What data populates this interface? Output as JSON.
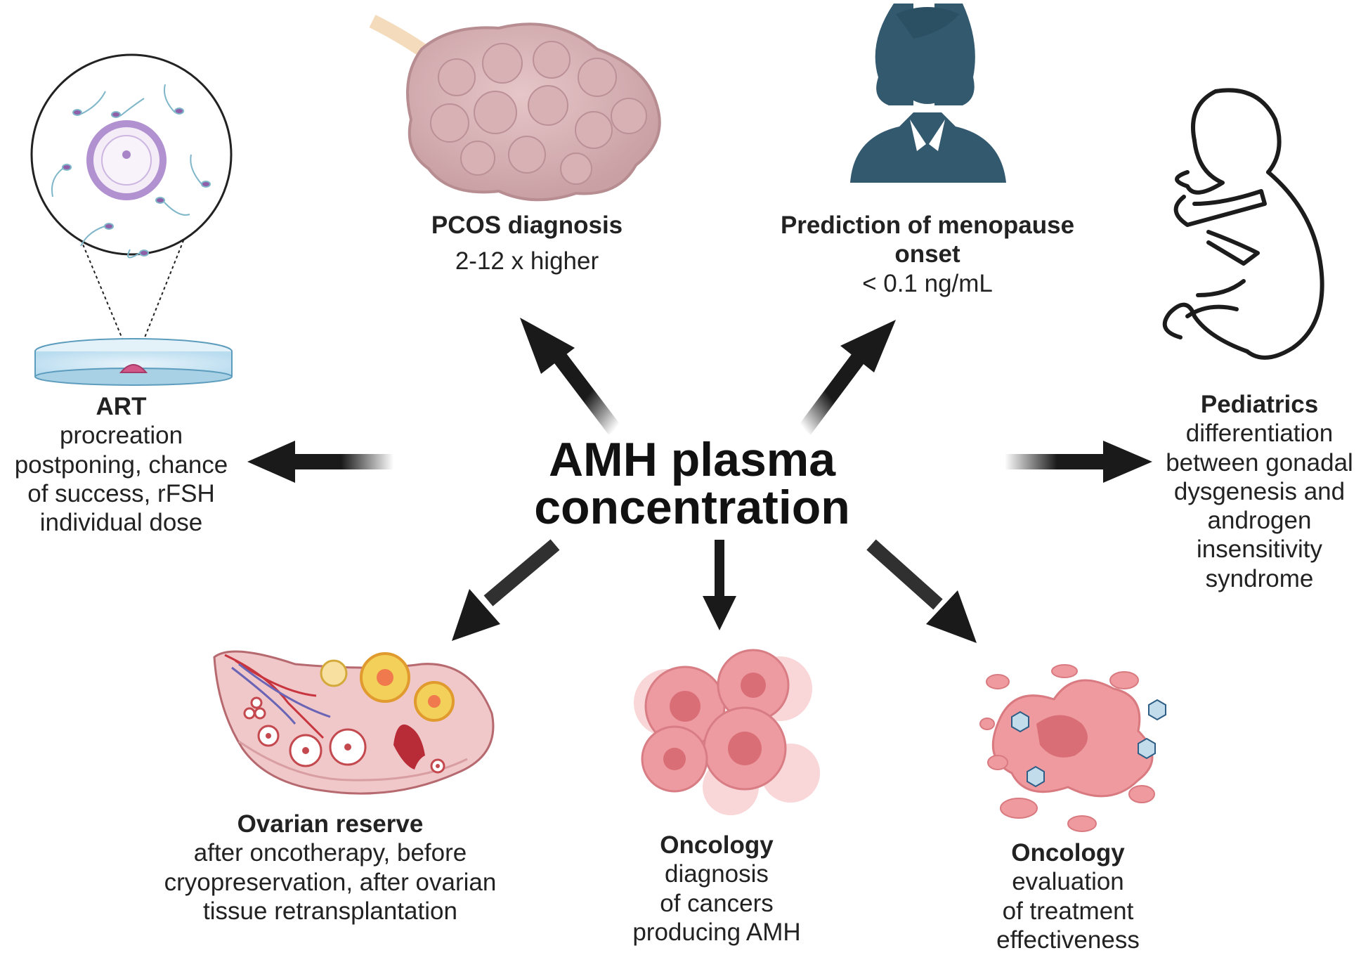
{
  "center": {
    "title": "AMH plasma concentration"
  },
  "nodes": {
    "art": {
      "title": "ART",
      "body": "procreation\npostponing, chance\nof success, rFSH\nindividual dose"
    },
    "pcos": {
      "title": "PCOS diagnosis",
      "body": "2-12 x higher"
    },
    "menopause": {
      "title": "Prediction of menopause\nonset",
      "body": "< 0.1 ng/mL"
    },
    "pediatrics": {
      "title": "Pediatrics",
      "body": "differentiation\nbetween gonadal\ndysgenesis and\nandrogen\ninsensitivity\nsyndrome"
    },
    "ovarian": {
      "title": "Ovarian reserve",
      "body": "after oncotherapy, before\ncryopreservation, after ovarian\ntissue retransplantation"
    },
    "oncology_diag": {
      "title": "Oncology",
      "body": "diagnosis\nof cancers\nproducing AMH"
    },
    "oncology_eval": {
      "title": "Oncology",
      "body": "evaluation\nof treatment\neffectiveness"
    }
  },
  "icons": [
    "petri-dish-fertilization-icon",
    "pcos-ovary-icon",
    "woman-silhouette-icon",
    "fetus-icon",
    "ovary-follicles-icon",
    "cancer-cells-icon",
    "treated-tumor-icon"
  ],
  "colors": {
    "arrow": "#1a1a1a",
    "woman": "#33596f",
    "ovary_pink": "#d9b5b7",
    "cancer_pink": "#e98d93",
    "tumor_pink": "#ef9a9f",
    "follicle_yellow": "#f3d05a",
    "sperm_purple": "#8f5fa8"
  }
}
